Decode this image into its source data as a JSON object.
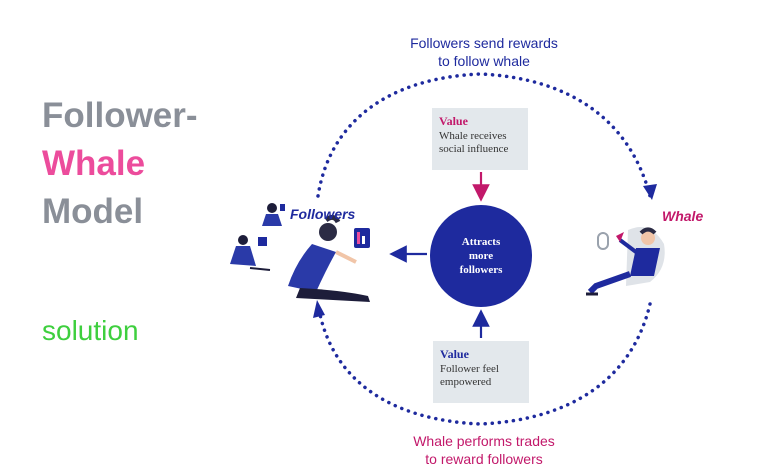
{
  "title": {
    "line1": "Follower-",
    "line2": "Whale",
    "line3": "Model"
  },
  "solution_label": "solution",
  "top_flow_label": {
    "line1": "Followers send rewards",
    "line2": "to follow whale"
  },
  "bottom_flow_label": {
    "line1": "Whale performs trades",
    "line2": "to reward followers"
  },
  "value_top": {
    "title": "Value",
    "line1": "Whale receives",
    "line2": "social influence"
  },
  "value_bottom": {
    "title": "Value",
    "line1": "Follower feel",
    "line2": "empowered"
  },
  "center": {
    "line1": "Attracts",
    "line2": "more",
    "line3": "followers"
  },
  "followers_label": "Followers",
  "whale_label": "Whale",
  "colors": {
    "navy": "#1e2a9e",
    "pink": "#c2186a",
    "title_gray": "#8a8f98",
    "title_pink": "#ec4c9c",
    "solution_green": "#3ecf3e",
    "box_bg": "#e3e8ec"
  }
}
